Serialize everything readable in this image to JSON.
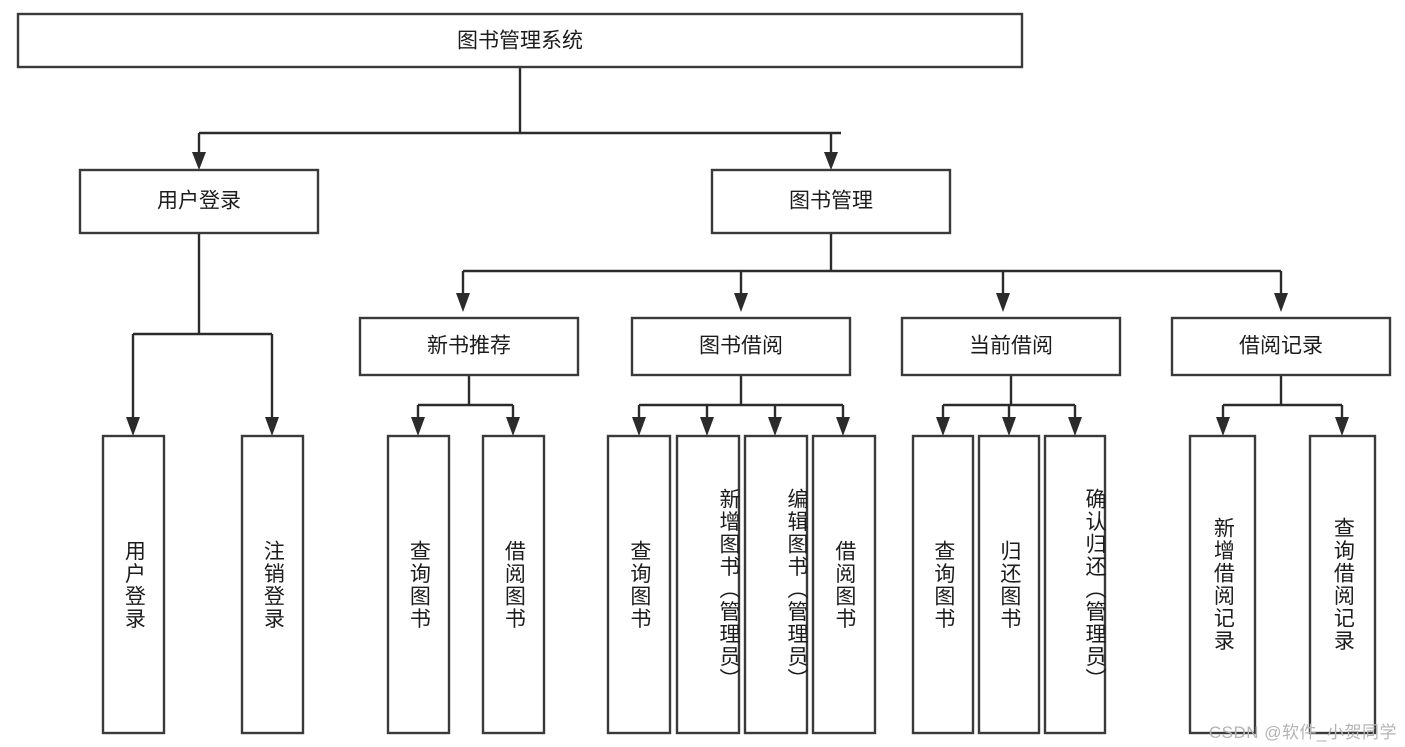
{
  "diagram": {
    "title": "图书管理系统",
    "watermark": "CSDN @软件_小贺同学",
    "levels": {
      "root": "图书管理系统",
      "level2": [
        "用户登录",
        "图书管理"
      ],
      "level3": [
        "新书推荐",
        "图书借阅",
        "当前借阅",
        "借阅记录"
      ]
    },
    "nodes": {
      "root": {
        "label": "图书管理系统"
      },
      "user_login": {
        "label": "用户登录"
      },
      "book_manage": {
        "label": "图书管理"
      },
      "new_book_rec": {
        "label": "新书推荐"
      },
      "book_borrow": {
        "label": "图书借阅"
      },
      "current_borrow": {
        "label": "当前借阅"
      },
      "borrow_record": {
        "label": "借阅记录"
      },
      "leaf_user_login": {
        "label": "用户登录"
      },
      "leaf_user_logout": {
        "label": "注销登录"
      },
      "leaf_rec_query_book": {
        "label": "查询图书"
      },
      "leaf_rec_borrow_book": {
        "label": "借阅图书"
      },
      "leaf_borrow_query_book": {
        "label": "查询图书"
      },
      "leaf_borrow_add_book": {
        "label": "新增图书（管理员）"
      },
      "leaf_borrow_edit_book": {
        "label": "编辑图书（管理员）"
      },
      "leaf_borrow_borrow_book": {
        "label": "借阅图书"
      },
      "leaf_cur_query_book": {
        "label": "查询图书"
      },
      "leaf_cur_return_book": {
        "label": "归还图书"
      },
      "leaf_cur_confirm_return": {
        "label": "确认归还（管理员）"
      },
      "leaf_rec_add_record": {
        "label": "新增借阅记录"
      },
      "leaf_rec_query_record": {
        "label": "查询借阅记录"
      }
    },
    "edges": [
      {
        "from": "root",
        "to": "user_login"
      },
      {
        "from": "root",
        "to": "book_manage"
      },
      {
        "from": "user_login",
        "to": "leaf_user_login"
      },
      {
        "from": "user_login",
        "to": "leaf_user_logout"
      },
      {
        "from": "book_manage",
        "to": "new_book_rec"
      },
      {
        "from": "book_manage",
        "to": "book_borrow"
      },
      {
        "from": "book_manage",
        "to": "current_borrow"
      },
      {
        "from": "book_manage",
        "to": "borrow_record"
      },
      {
        "from": "new_book_rec",
        "to": "leaf_rec_query_book"
      },
      {
        "from": "new_book_rec",
        "to": "leaf_rec_borrow_book"
      },
      {
        "from": "book_borrow",
        "to": "leaf_borrow_query_book"
      },
      {
        "from": "book_borrow",
        "to": "leaf_borrow_add_book"
      },
      {
        "from": "book_borrow",
        "to": "leaf_borrow_edit_book"
      },
      {
        "from": "book_borrow",
        "to": "leaf_borrow_borrow_book"
      },
      {
        "from": "current_borrow",
        "to": "leaf_cur_query_book"
      },
      {
        "from": "current_borrow",
        "to": "leaf_cur_return_book"
      },
      {
        "from": "current_borrow",
        "to": "leaf_cur_confirm_return"
      },
      {
        "from": "borrow_record",
        "to": "leaf_rec_add_record"
      },
      {
        "from": "borrow_record",
        "to": "leaf_rec_query_record"
      }
    ],
    "colors": {
      "box_stroke": "#3a3a3a",
      "box_fill": "#ffffff",
      "connector": "#2b2b2b",
      "text": "#1c1c1c",
      "watermark": "#b4b4b4",
      "background": "#ffffff"
    }
  }
}
